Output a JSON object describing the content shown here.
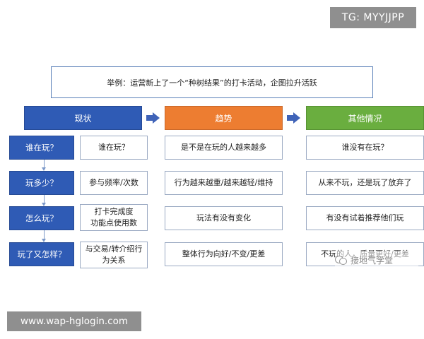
{
  "badges": {
    "top_right": "TG: MYYJJPP",
    "bottom_left": "www.wap-hglogin.com"
  },
  "example": "举例：运营新上了一个“种树结果”的打卡活动，企图拉升活跃",
  "headers": [
    "现状",
    "趋势",
    "其他情况"
  ],
  "rows": [
    {
      "q": "谁在玩？",
      "c1": "谁在玩？",
      "c2": "是不是在玩的人越来越多",
      "c3": "谁没有在玩？"
    },
    {
      "q": "玩多少？",
      "c1": "参与频率/次数",
      "c2": "行为越来越重/越来越轻/维持",
      "c3": "从来不玩，还是玩了放弃了"
    },
    {
      "q": "怎么玩？",
      "c1": "打卡完成度\n功能点使用数",
      "c2": "玩法有没有变化",
      "c3": "有没有试着推荐他们玩"
    },
    {
      "q": "玩了又怎样？",
      "c1": "与交易/转介绍行\n为关系",
      "c2": "整体行为向好/不变/更差",
      "c3": "不玩的人，质量更好/更差"
    }
  ],
  "watermark": "接地气学堂",
  "colors": {
    "blue": "#2f5bb5",
    "orange": "#ed7d31",
    "green": "#6aae3f"
  }
}
